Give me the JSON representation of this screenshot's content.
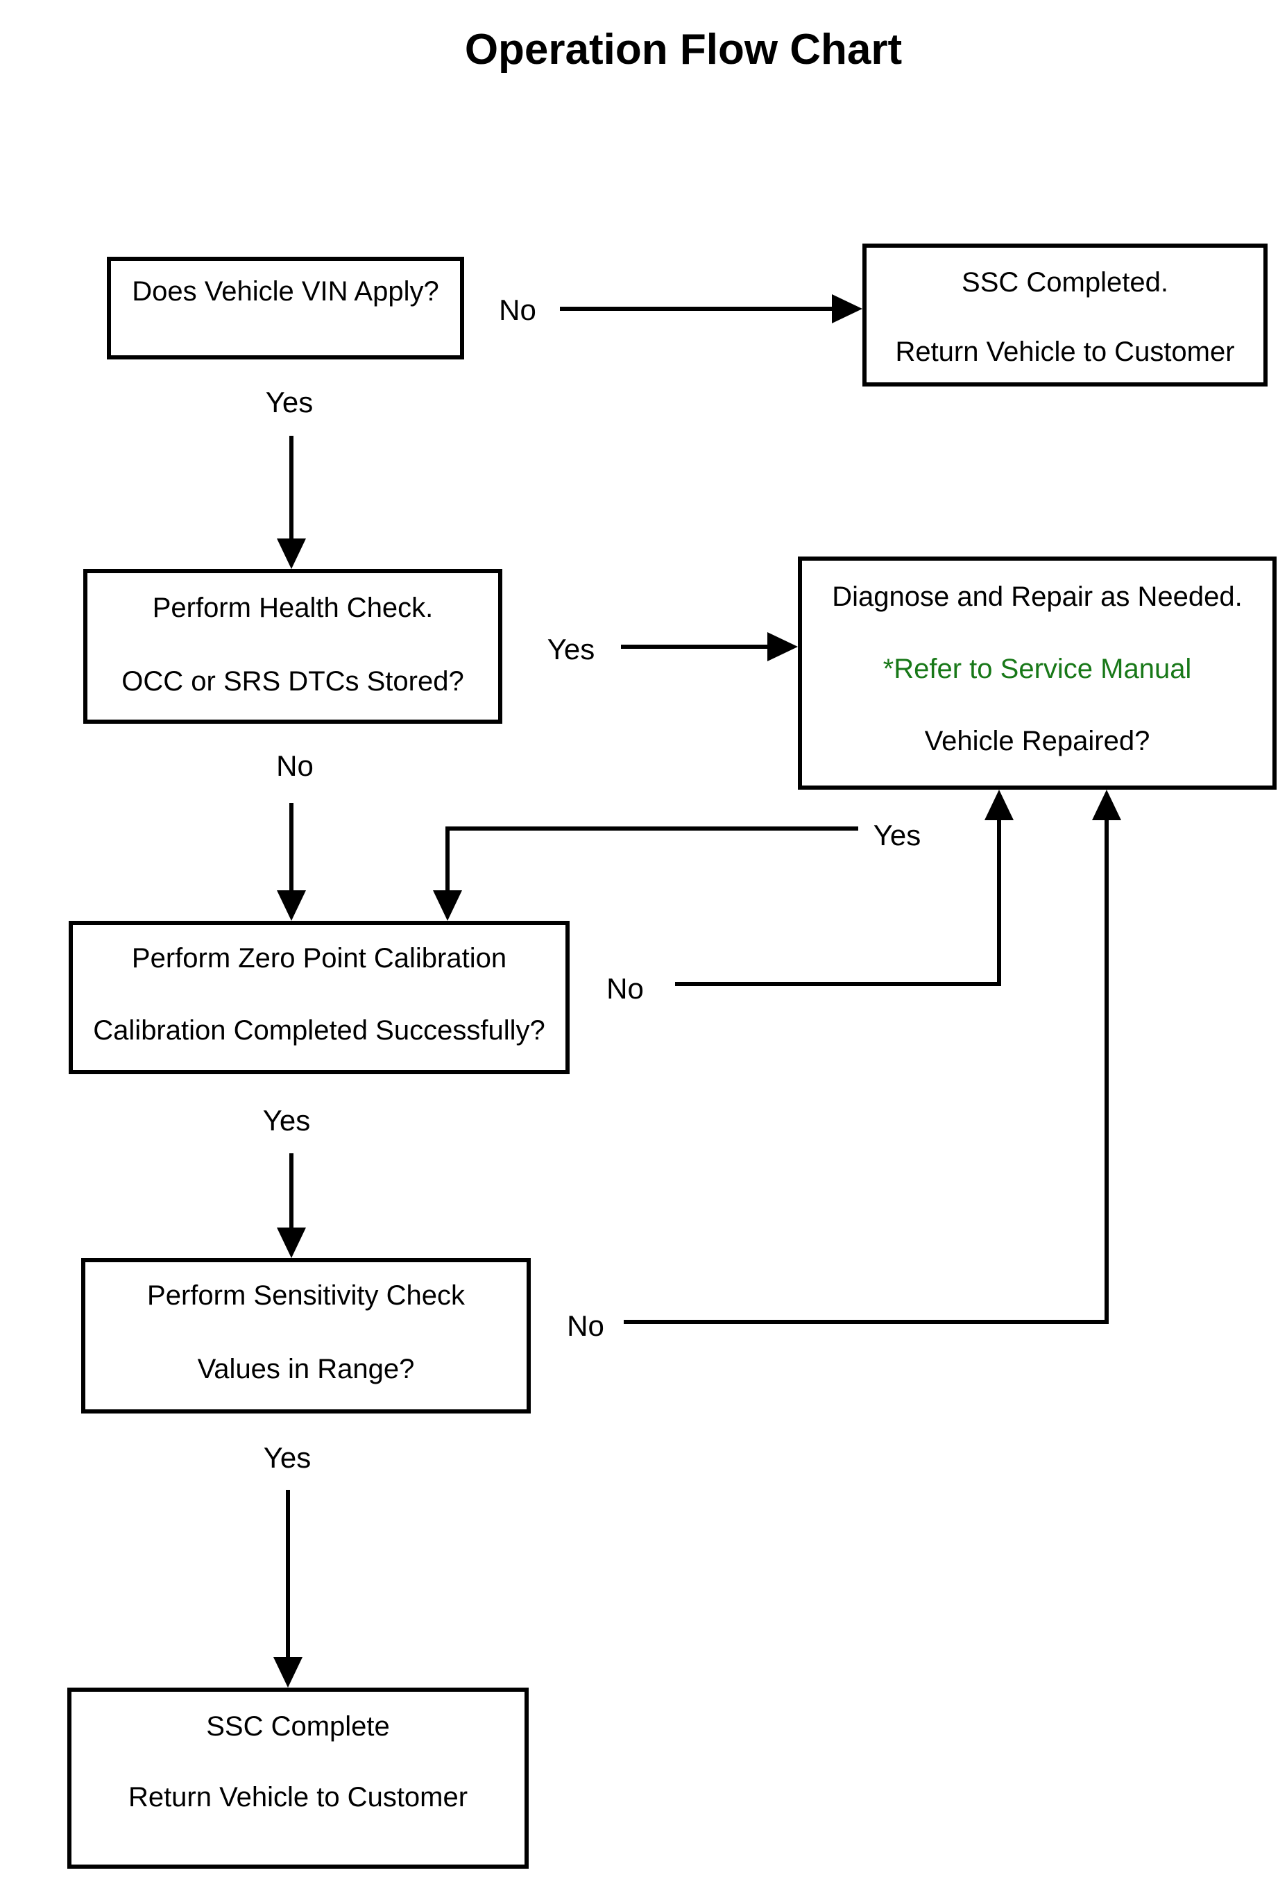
{
  "title": "Operation Flow Chart",
  "colors": {
    "line": "#000000",
    "text": "#000000",
    "green_note": "#187818",
    "background": "#ffffff"
  },
  "nodes": {
    "vin": {
      "lines": [
        "Does Vehicle VIN Apply?"
      ]
    },
    "ssc_completed": {
      "lines": [
        "SSC Completed.",
        "Return Vehicle to Customer"
      ]
    },
    "health_check": {
      "lines": [
        "Perform Health Check.",
        "OCC or SRS DTCs Stored?"
      ]
    },
    "diagnose": {
      "lines": [
        "Diagnose and Repair as Needed.",
        "*Refer to Service Manual",
        "Vehicle Repaired?"
      ]
    },
    "zero_point": {
      "lines": [
        "Perform Zero Point Calibration",
        "Calibration Completed Successfully?"
      ]
    },
    "sensitivity": {
      "lines": [
        "Perform Sensitivity Check",
        "Values in Range?"
      ]
    },
    "ssc_complete": {
      "lines": [
        "SSC Complete",
        "Return Vehicle to Customer"
      ]
    }
  },
  "labels": {
    "vin_no": "No",
    "vin_yes": "Yes",
    "health_yes": "Yes",
    "health_no": "No",
    "diagnose_yes": "Yes",
    "calibration_no": "No",
    "calibration_yes": "Yes",
    "sensitivity_no": "No",
    "sensitivity_yes": "Yes"
  }
}
